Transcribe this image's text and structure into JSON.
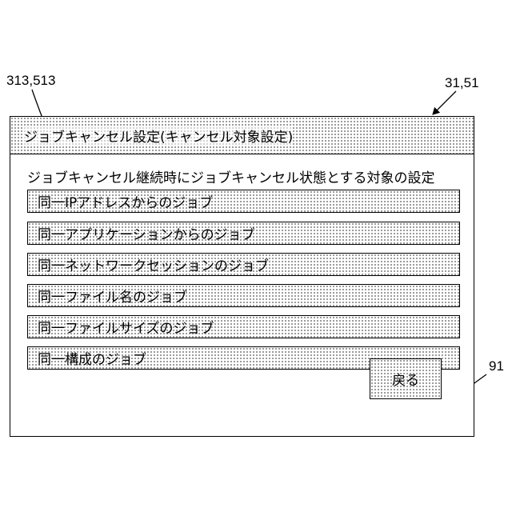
{
  "reference_labels": {
    "title_area": "313,513",
    "screen": "31,51",
    "back_button": "91"
  },
  "screen": {
    "title": "ジョブキャンセル設定(キャンセル対象設定)",
    "section_heading": "ジョブキャンセル継続時にジョブキャンセル状態とする対象の設定",
    "options": [
      {
        "label": "同一IPアドレスからのジョブ"
      },
      {
        "label": "同一アプリケーションからのジョブ"
      },
      {
        "label": "同一ネットワークセッションのジョブ"
      },
      {
        "label": "同一ファイル名のジョブ"
      },
      {
        "label": "同一ファイルサイズのジョブ"
      },
      {
        "label": "同一構成のジョブ"
      }
    ],
    "back_label": "戻る"
  }
}
